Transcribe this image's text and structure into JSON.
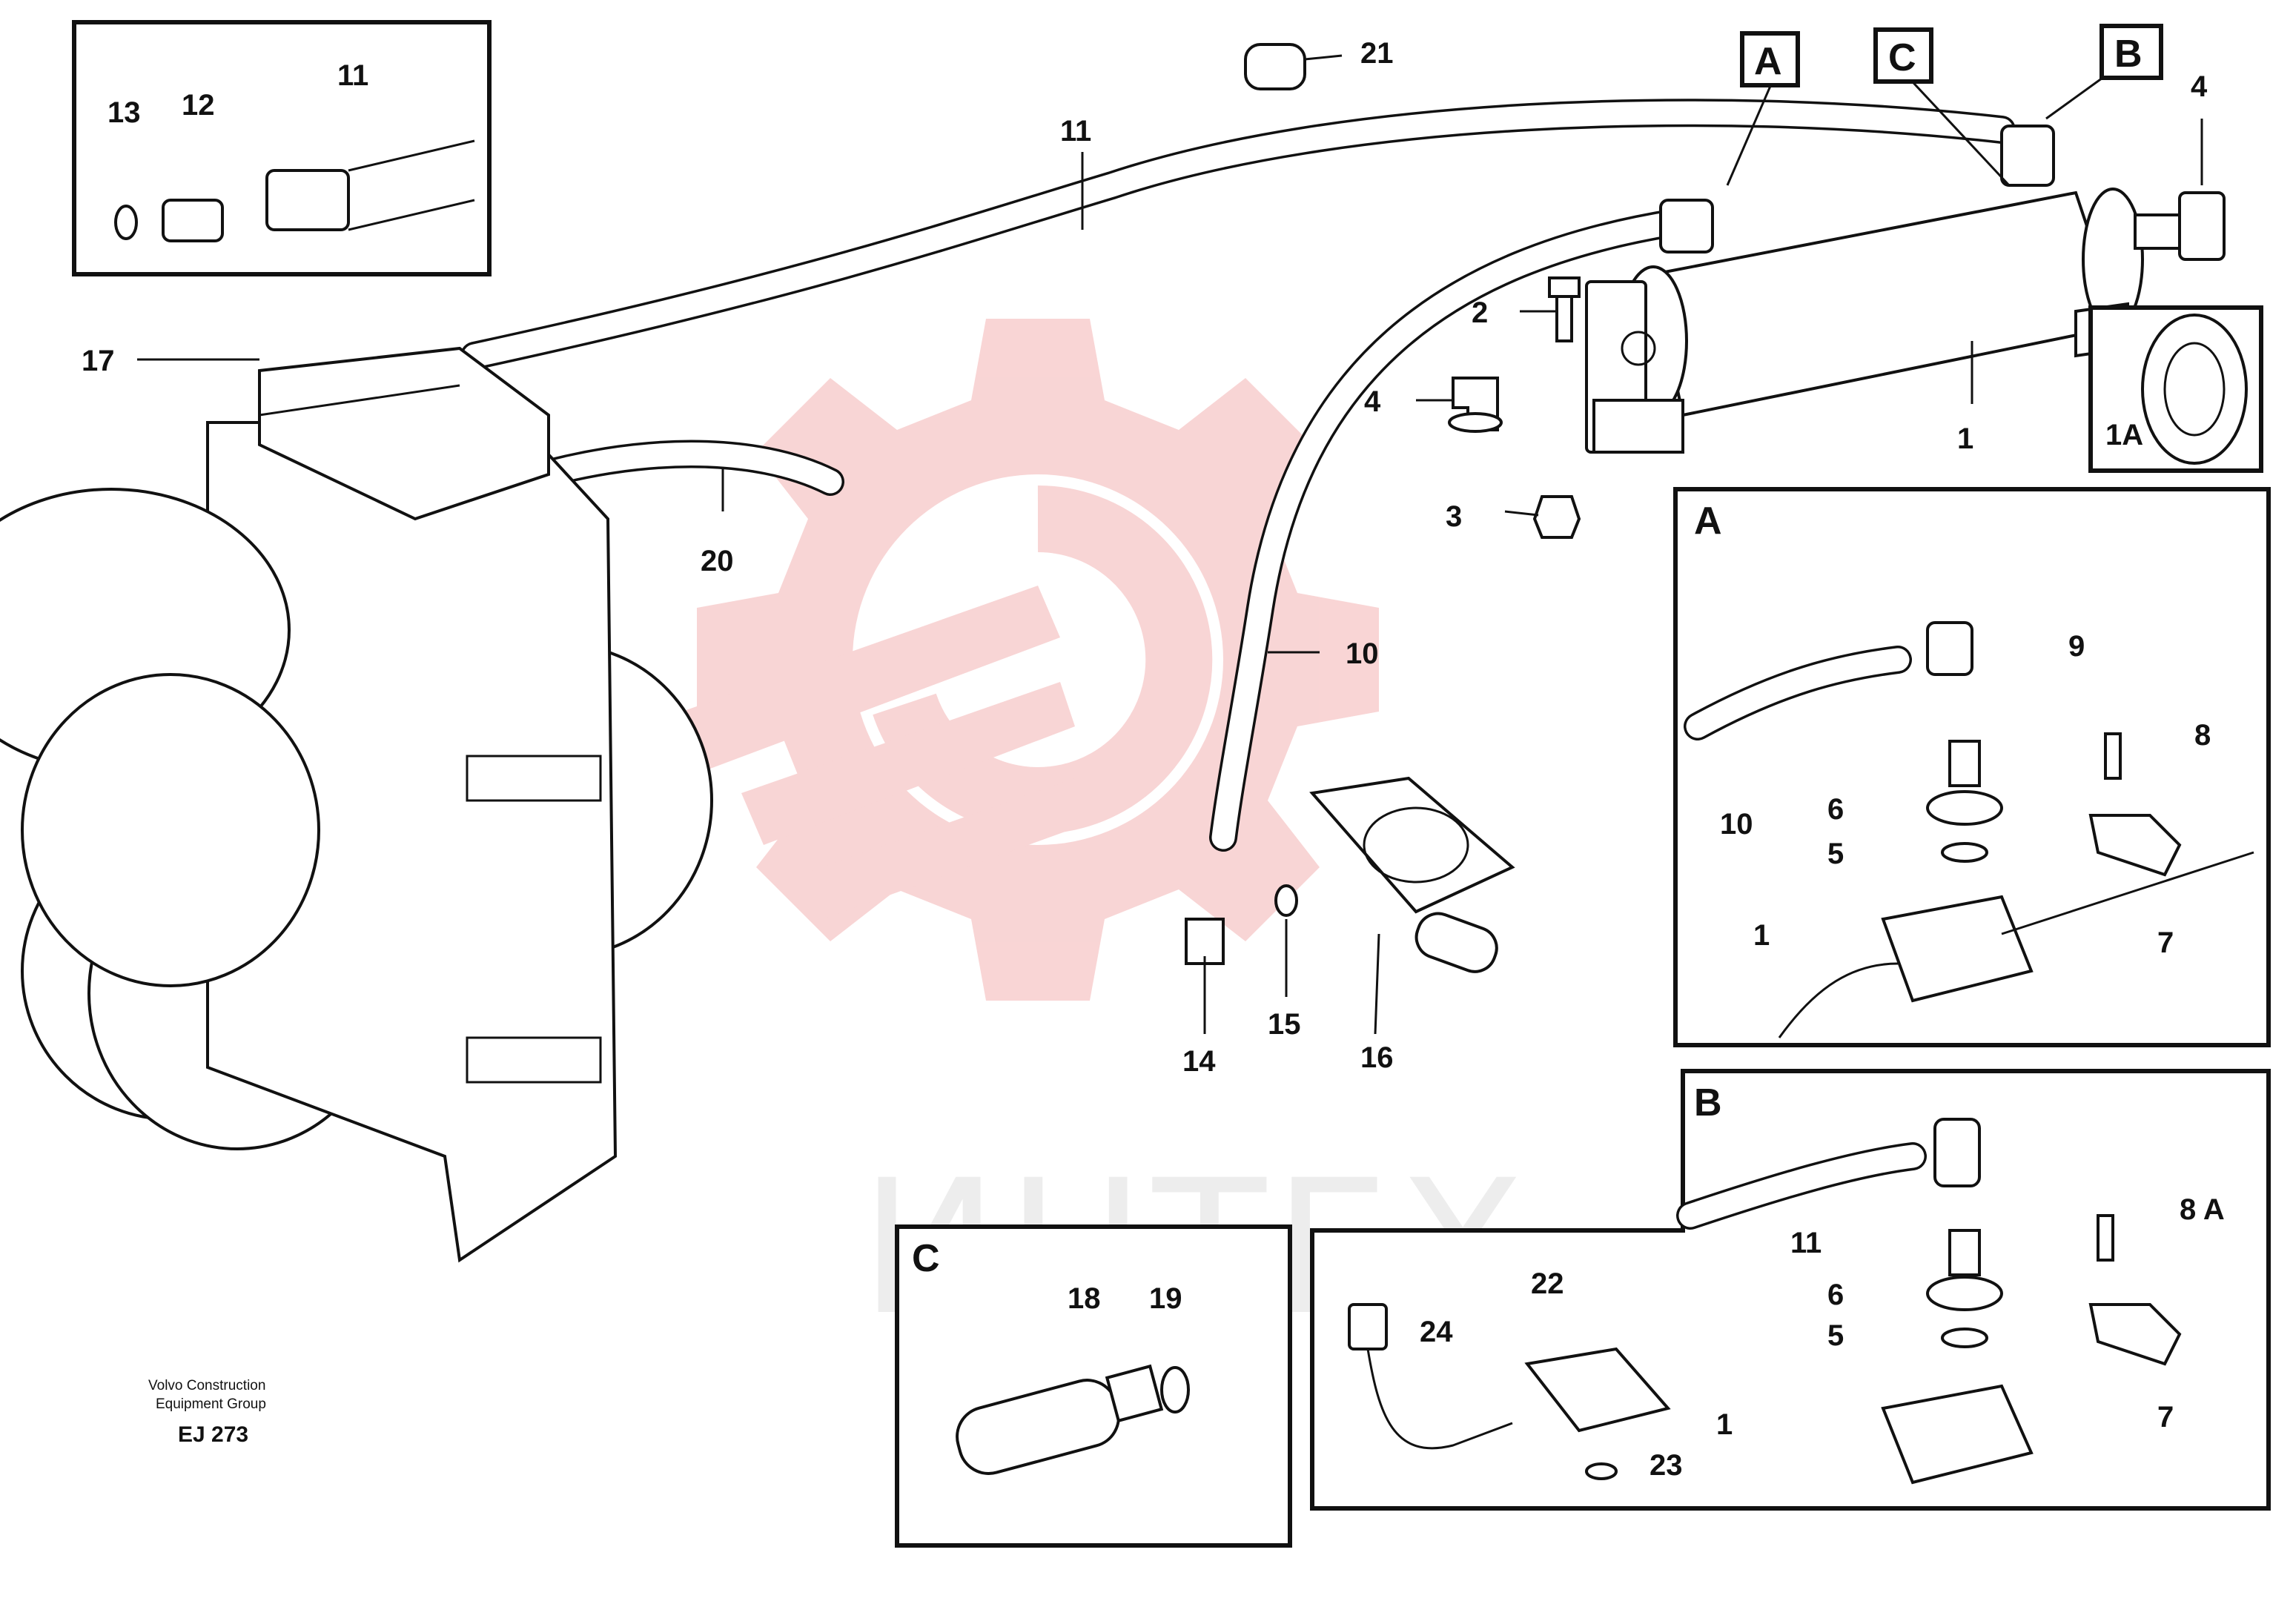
{
  "watermark": {
    "text": "ИНТЕХ",
    "color": "#f2b6b6"
  },
  "credit": {
    "line1": "Volvo Construction",
    "line2": "Equipment Group",
    "code": "EJ 273"
  },
  "callouts": {
    "c1": "1",
    "c1a": "1A",
    "c2": "2",
    "c3": "3",
    "c4a": "4",
    "c4b": "4",
    "c10": "10",
    "c11": "11",
    "c11b": "11",
    "c12": "12",
    "c13": "13",
    "c14": "14",
    "c15": "15",
    "c16": "16",
    "c17": "17",
    "c20": "20",
    "c21": "21",
    "refA": "A",
    "refB": "B",
    "refC": "C"
  },
  "detail_a": {
    "title": "A",
    "labels": [
      "9",
      "8",
      "10",
      "6",
      "5",
      "7",
      "1"
    ]
  },
  "detail_b": {
    "title": "B",
    "labels": [
      "11",
      "8 A",
      "6",
      "22",
      "5",
      "24",
      "7",
      "1",
      "23"
    ]
  },
  "detail_c": {
    "title": "C",
    "labels": [
      "18",
      "19"
    ]
  }
}
